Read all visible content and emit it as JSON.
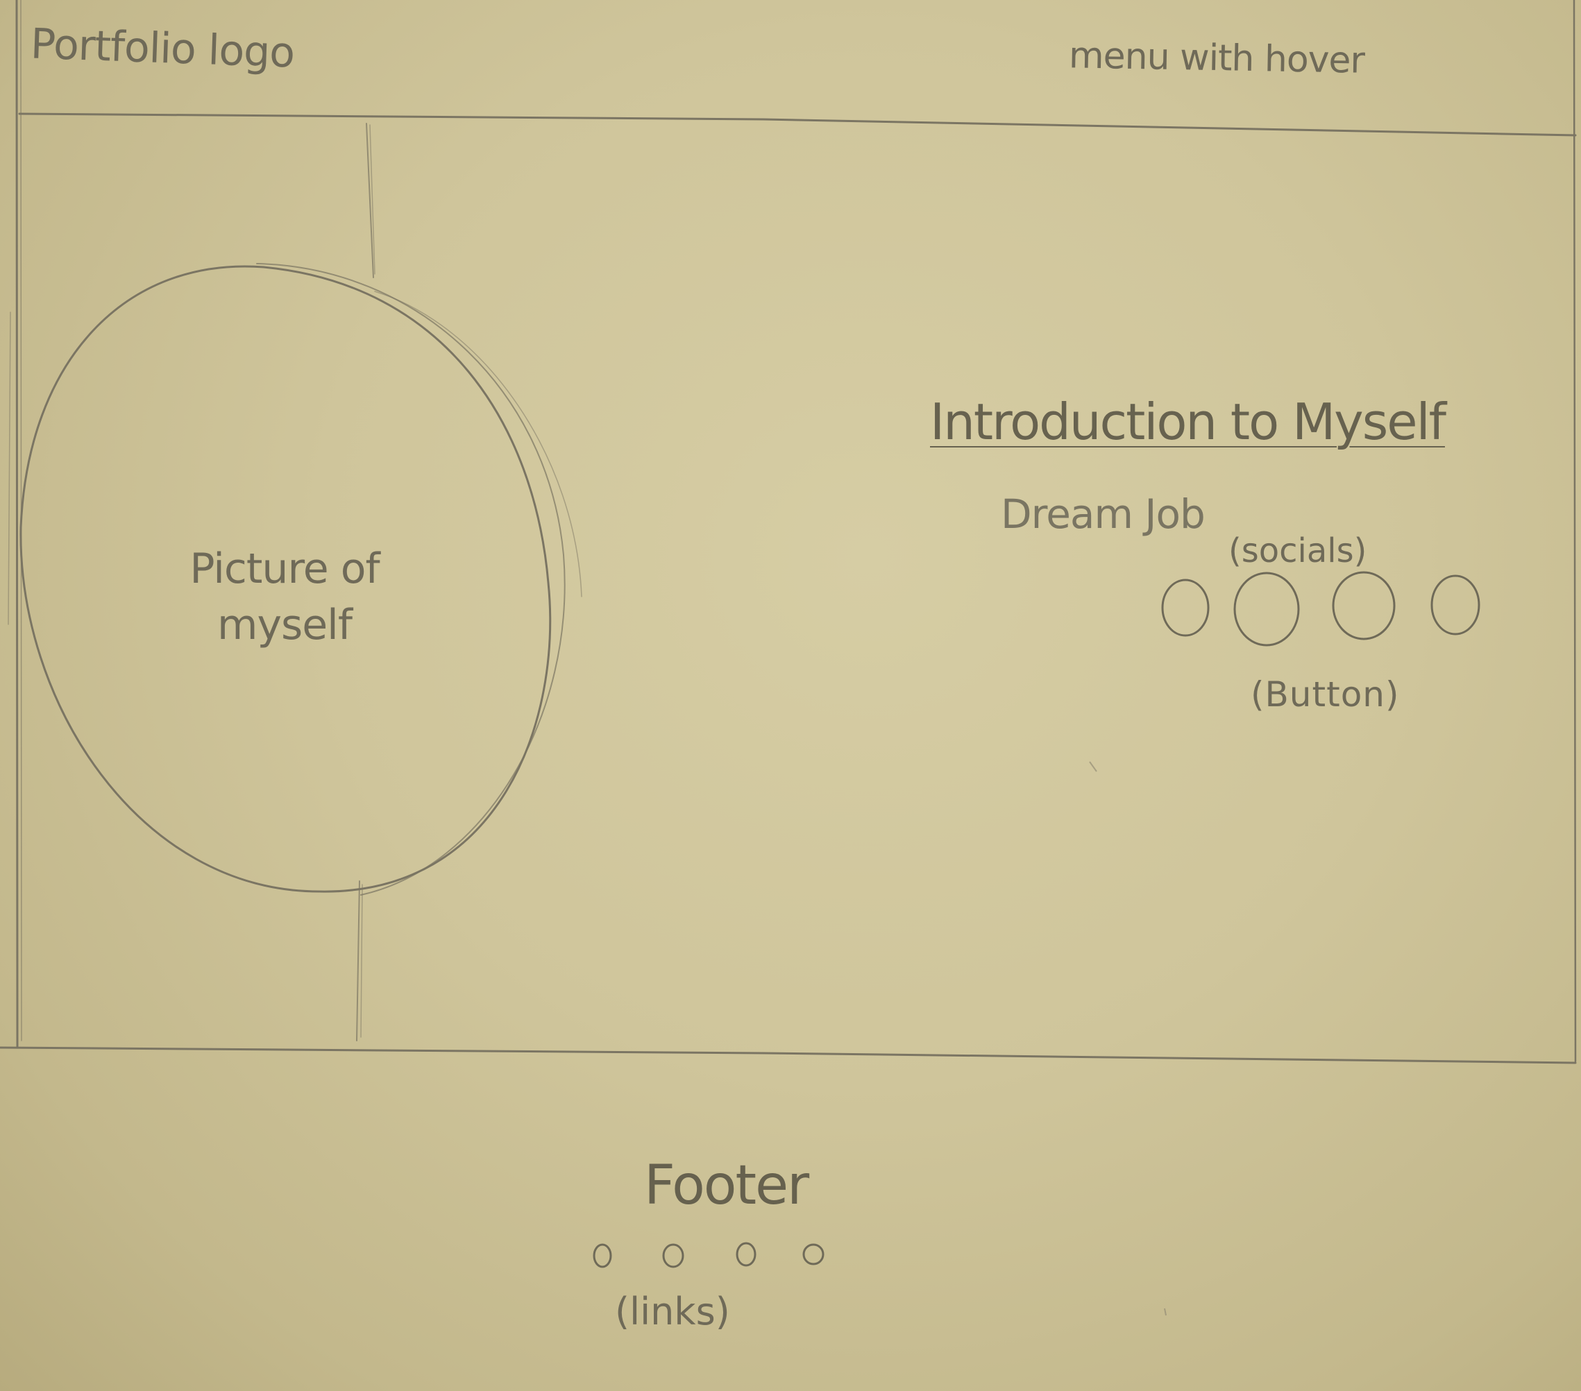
{
  "header": {
    "logo_label": "Portfolio logo",
    "menu_label": "menu with hover"
  },
  "hero": {
    "picture_label_line1": "Picture of",
    "picture_label_line2": "myself",
    "intro_heading": "Introduction to Myself",
    "subtitle": "Dream Job",
    "socials_label": "(socials)",
    "button_label": "(Button)",
    "social_button_count": 4
  },
  "footer": {
    "title": "Footer",
    "links_label": "(links)",
    "link_count": 4
  },
  "colors": {
    "paper": "#cfc59b",
    "pencil": "#6f6a58"
  }
}
